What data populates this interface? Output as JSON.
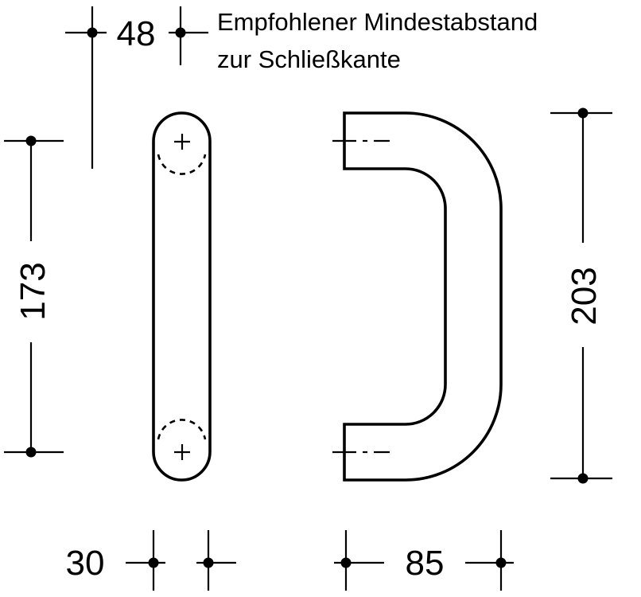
{
  "note": {
    "line1": "Empfohlener Mindestabstand",
    "line2": "zur Schließkante"
  },
  "dimensions": {
    "edge_distance": "48",
    "hole_spacing": "173",
    "overall_length": "203",
    "width": "30",
    "projection": "85"
  }
}
